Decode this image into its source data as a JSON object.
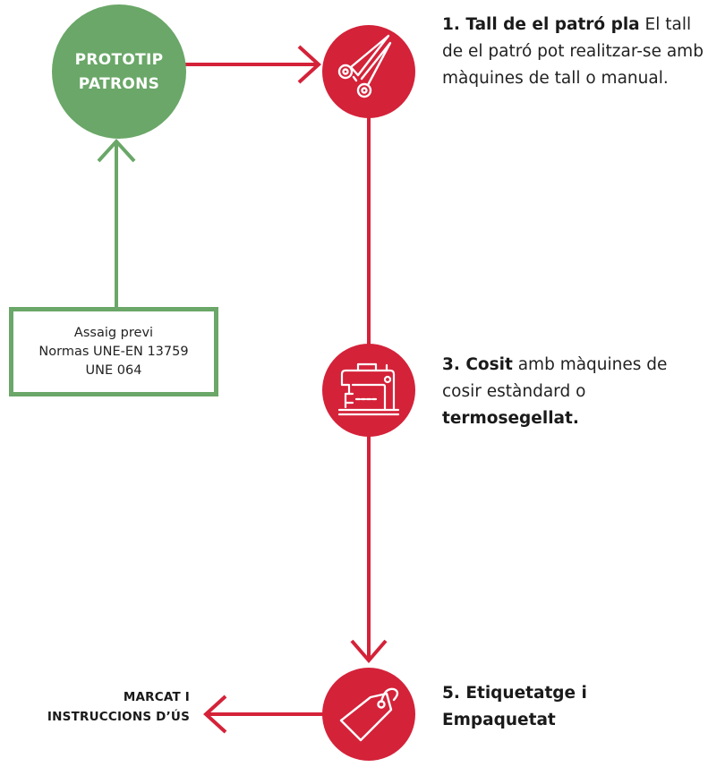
{
  "prototype": {
    "line1": "PROTOTIP",
    "line2": "PATRONS",
    "color": "#6aa768"
  },
  "test_box": {
    "line1": "Assaig previ",
    "line2": "Normas UNE-EN 13759",
    "line3": "UNE 064"
  },
  "steps": [
    {
      "title": "1. Tall de el patró pla",
      "text": " El tall de el patró pot realitzar-se amb màquines de tall o manual.",
      "icon": "scissors-icon"
    },
    {
      "title": "3. Cosit",
      "text": " amb màquines de cosir estàndard o ",
      "bold_end": "termosegellat.",
      "icon": "sewing-machine-icon"
    },
    {
      "title": "5. Etiquetatge i Empaquetat",
      "icon": "tag-icon"
    }
  ],
  "side_label": {
    "line1": "MARCAT I",
    "line2": "INSTRUCCIONS D’ÚS"
  },
  "colors": {
    "accent_red": "#d42239",
    "green": "#6aa768"
  }
}
